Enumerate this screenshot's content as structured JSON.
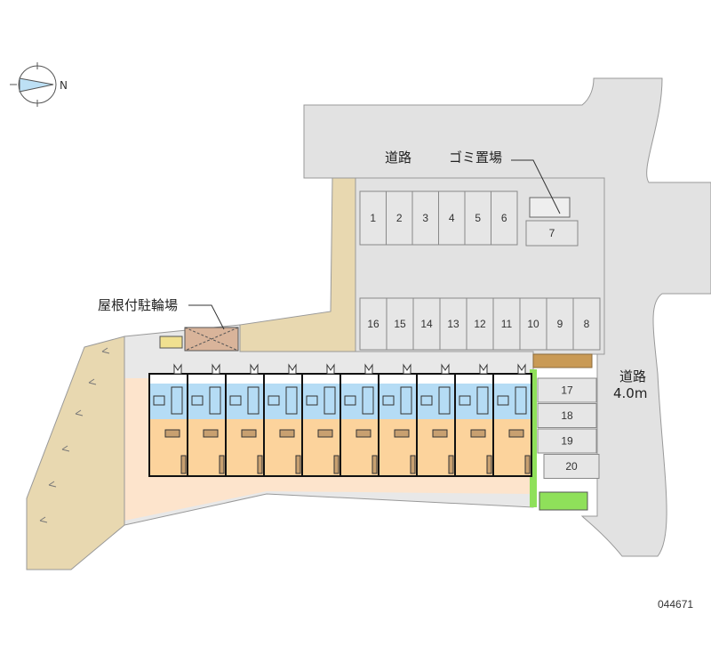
{
  "compass": {
    "label": "N"
  },
  "labels": {
    "road_top": "道路",
    "garbage": "ゴミ置場",
    "bike_parking": "屋根付駐輪場",
    "road_right": "道路",
    "road_right_width": "4.0m"
  },
  "parking_top": [
    "1",
    "2",
    "3",
    "4",
    "5",
    "6"
  ],
  "parking_7": "7",
  "parking_middle": [
    "16",
    "15",
    "14",
    "13",
    "12",
    "11",
    "10",
    "9",
    "8"
  ],
  "parking_right": [
    "17",
    "18",
    "19",
    "20"
  ],
  "unit_count": 10,
  "map_id": "044671",
  "colors": {
    "road": "#e2e2e2",
    "tan": "#e8d8b0",
    "peach": "#fde4cc",
    "room": "#fcd39c",
    "wet": "#b5dcf5",
    "green": "#8fe05a"
  }
}
